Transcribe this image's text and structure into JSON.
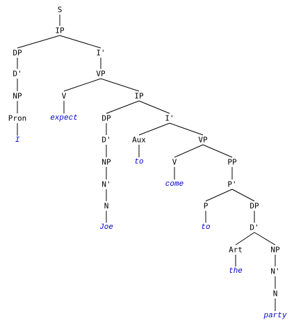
{
  "tree": {
    "nodes": [
      {
        "id": "S",
        "label": "S"
      },
      {
        "id": "IP1",
        "label": "IP"
      },
      {
        "id": "DP1",
        "label": "DP"
      },
      {
        "id": "Dbar1",
        "label": "D'"
      },
      {
        "id": "NP1",
        "label": "NP"
      },
      {
        "id": "Pron",
        "label": "Pron"
      },
      {
        "id": "w_I",
        "label": "I",
        "lexical": true
      },
      {
        "id": "Ibar1",
        "label": "I'"
      },
      {
        "id": "VP1",
        "label": "VP"
      },
      {
        "id": "V1",
        "label": "V"
      },
      {
        "id": "w_expect",
        "label": "expect",
        "lexical": true
      },
      {
        "id": "IP2",
        "label": "IP"
      },
      {
        "id": "DP2",
        "label": "DP"
      },
      {
        "id": "Dbar2",
        "label": "D'"
      },
      {
        "id": "NP2",
        "label": "NP"
      },
      {
        "id": "Nbar2",
        "label": "N'"
      },
      {
        "id": "N2",
        "label": "N"
      },
      {
        "id": "w_Joe",
        "label": "Joe",
        "lexical": true
      },
      {
        "id": "Ibar2",
        "label": "I'"
      },
      {
        "id": "Aux",
        "label": "Aux"
      },
      {
        "id": "w_to1",
        "label": "to",
        "lexical": true
      },
      {
        "id": "VP2",
        "label": "VP"
      },
      {
        "id": "V2",
        "label": "V"
      },
      {
        "id": "w_come",
        "label": "come",
        "lexical": true
      },
      {
        "id": "PP",
        "label": "PP"
      },
      {
        "id": "Pbar",
        "label": "P'"
      },
      {
        "id": "P",
        "label": "P"
      },
      {
        "id": "w_to2",
        "label": "to",
        "lexical": true
      },
      {
        "id": "DP3",
        "label": "DP"
      },
      {
        "id": "Dbar3",
        "label": "D'"
      },
      {
        "id": "Art",
        "label": "Art"
      },
      {
        "id": "w_the",
        "label": "the",
        "lexical": true
      },
      {
        "id": "NP3",
        "label": "NP"
      },
      {
        "id": "Nbar3",
        "label": "N'"
      },
      {
        "id": "N3",
        "label": "N"
      },
      {
        "id": "w_party",
        "label": "party",
        "lexical": true
      }
    ],
    "edges": [
      [
        "S",
        "IP1"
      ],
      [
        "IP1",
        "DP1"
      ],
      [
        "IP1",
        "Ibar1"
      ],
      [
        "DP1",
        "Dbar1"
      ],
      [
        "Dbar1",
        "NP1"
      ],
      [
        "NP1",
        "Pron"
      ],
      [
        "Pron",
        "w_I"
      ],
      [
        "Ibar1",
        "VP1"
      ],
      [
        "VP1",
        "V1"
      ],
      [
        "VP1",
        "IP2"
      ],
      [
        "V1",
        "w_expect"
      ],
      [
        "IP2",
        "DP2"
      ],
      [
        "IP2",
        "Ibar2"
      ],
      [
        "DP2",
        "Dbar2"
      ],
      [
        "Dbar2",
        "NP2"
      ],
      [
        "NP2",
        "Nbar2"
      ],
      [
        "Nbar2",
        "N2"
      ],
      [
        "N2",
        "w_Joe"
      ],
      [
        "Ibar2",
        "Aux"
      ],
      [
        "Ibar2",
        "VP2"
      ],
      [
        "Aux",
        "w_to1"
      ],
      [
        "VP2",
        "V2"
      ],
      [
        "VP2",
        "PP"
      ],
      [
        "V2",
        "w_come"
      ],
      [
        "PP",
        "Pbar"
      ],
      [
        "Pbar",
        "P"
      ],
      [
        "Pbar",
        "DP3"
      ],
      [
        "P",
        "w_to2"
      ],
      [
        "DP3",
        "Dbar3"
      ],
      [
        "Dbar3",
        "Art"
      ],
      [
        "Dbar3",
        "NP3"
      ],
      [
        "Art",
        "w_the"
      ],
      [
        "NP3",
        "Nbar3"
      ],
      [
        "Nbar3",
        "N3"
      ],
      [
        "N3",
        "w_party"
      ]
    ]
  }
}
